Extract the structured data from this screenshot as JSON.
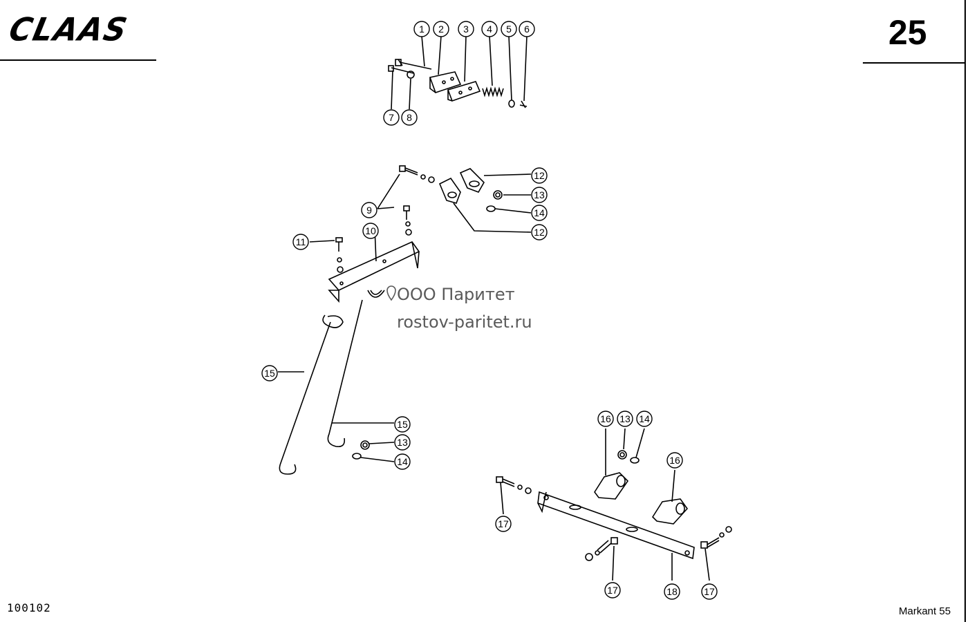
{
  "header": {
    "brand": "CLAAS",
    "page_number": "25"
  },
  "footer": {
    "document_code": "100102",
    "model": "Markant 55"
  },
  "watermark": {
    "company": "ООО Паритет",
    "website": "rostov-paritet.ru"
  },
  "callouts": [
    "1",
    "2",
    "3",
    "4",
    "5",
    "6",
    "7",
    "8",
    "9",
    "10",
    "11",
    "12",
    "12",
    "13",
    "14",
    "15",
    "15",
    "13",
    "14",
    "16",
    "13",
    "14",
    "16",
    "17",
    "17",
    "17",
    "18"
  ]
}
